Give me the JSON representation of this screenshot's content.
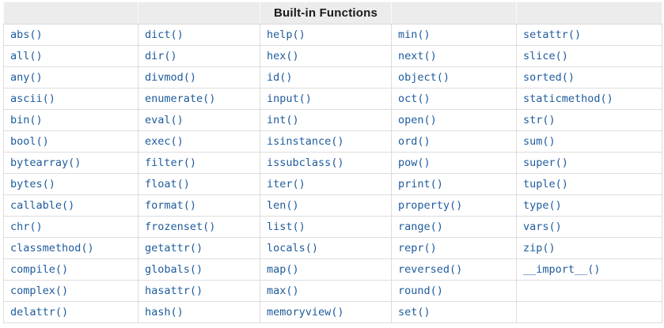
{
  "header": {
    "title": "Built-in Functions"
  },
  "colors": {
    "link_blue": "#1E5B9C",
    "header_bg": "#ECECEC",
    "cell_border": "#DDDDDD",
    "outer_border": "#C9C9C9",
    "header_text": "#1A1A1A",
    "page_bg": "#FFFFFF"
  },
  "table": {
    "rows": [
      [
        "abs()",
        "dict()",
        "help()",
        "min()",
        "setattr()"
      ],
      [
        "all()",
        "dir()",
        "hex()",
        "next()",
        "slice()"
      ],
      [
        "any()",
        "divmod()",
        "id()",
        "object()",
        "sorted()"
      ],
      [
        "ascii()",
        "enumerate()",
        "input()",
        "oct()",
        "staticmethod()"
      ],
      [
        "bin()",
        "eval()",
        "int()",
        "open()",
        "str()"
      ],
      [
        "bool()",
        "exec()",
        "isinstance()",
        "ord()",
        "sum()"
      ],
      [
        "bytearray()",
        "filter()",
        "issubclass()",
        "pow()",
        "super()"
      ],
      [
        "bytes()",
        "float()",
        "iter()",
        "print()",
        "tuple()"
      ],
      [
        "callable()",
        "format()",
        "len()",
        "property()",
        "type()"
      ],
      [
        "chr()",
        "frozenset()",
        "list()",
        "range()",
        "vars()"
      ],
      [
        "classmethod()",
        "getattr()",
        "locals()",
        "repr()",
        "zip()"
      ],
      [
        "compile()",
        "globals()",
        "map()",
        "reversed()",
        "__import__()"
      ],
      [
        "complex()",
        "hasattr()",
        "max()",
        "round()",
        ""
      ],
      [
        "delattr()",
        "hash()",
        "memoryview()",
        "set()",
        ""
      ]
    ]
  }
}
